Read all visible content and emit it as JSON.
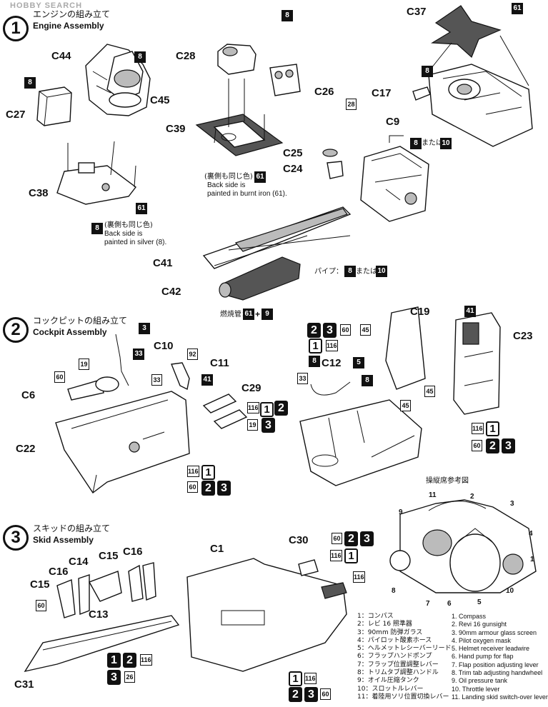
{
  "watermark": "HOBBY SEARCH",
  "steps": [
    {
      "number": "1",
      "title_jp": "エンジンの組み立て",
      "title_en": "Engine Assembly"
    },
    {
      "number": "2",
      "title_jp": "コックピットの組み立て",
      "title_en": "Cockpit Assembly"
    },
    {
      "number": "3",
      "title_jp": "スキッドの組み立て",
      "title_en": "Skid Assembly"
    }
  ],
  "engine": {
    "parts": [
      "C44",
      "C45",
      "C27",
      "C38",
      "C28",
      "C39",
      "C26",
      "C37",
      "C17",
      "C9",
      "C25",
      "C24",
      "C41",
      "C42"
    ],
    "colors": [
      "8",
      "8",
      "61",
      "8",
      "61",
      "8",
      "8",
      "61",
      "28",
      "8",
      "10",
      "8",
      "10",
      "61",
      "9"
    ],
    "note_silver": {
      "jp": "(裏側も同じ色)",
      "en1": "Back side is",
      "en2": "painted in silver (8)."
    },
    "note_iron": {
      "jp": "(裏側も同じ色)",
      "en1": "Back side is",
      "en2": "painted in burnt iron (61)."
    },
    "or_jp": "または",
    "pipe_jp": "パイプ：",
    "burner_jp": "燃焼管：",
    "plus": "+"
  },
  "cockpit": {
    "parts": [
      "C10",
      "C11",
      "C6",
      "C22",
      "C29",
      "C19",
      "C23",
      "C12"
    ],
    "colors": [
      "3",
      "33",
      "92",
      "33",
      "41",
      "60",
      "19",
      "116",
      "19",
      "1",
      "2",
      "3",
      "116",
      "1",
      "60",
      "2",
      "3",
      "41",
      "45",
      "45",
      "45",
      "8",
      "33",
      "5",
      "8",
      "2",
      "3",
      "60",
      "1",
      "116",
      "116",
      "1",
      "60",
      "2",
      "3"
    ]
  },
  "skid": {
    "parts": [
      "C15",
      "C16",
      "C14",
      "C13",
      "C15",
      "C16",
      "C31",
      "C1",
      "C30"
    ],
    "colors": [
      "60",
      "1",
      "2",
      "116",
      "3",
      "26",
      "60",
      "2",
      "3",
      "116",
      "1",
      "116",
      "1",
      "116",
      "2",
      "3",
      "60"
    ]
  },
  "reference": {
    "title_jp": "操縦席参考図",
    "callouts": [
      "11",
      "2",
      "3",
      "4",
      "1",
      "9",
      "8",
      "7",
      "6",
      "5",
      "10"
    ],
    "legend_jp": [
      "1：コンパス",
      "2：レビ 16 照準器",
      "3：90mm 防弾ガラス",
      "4：パイロット酸素ホース",
      "5：ヘルメットレシーバーリード",
      "6：フラップハンドポンプ",
      "7：フラップ位置調整レバー",
      "8：トリムタブ調整ハンドル",
      "9：オイル圧縮タンク",
      "10：スロットルレバー",
      "11：着陸用ソリ位置切換レバー"
    ],
    "legend_en": [
      "1. Compass",
      "2. Revi 16 gunsight",
      "3. 90mm armour glass screen",
      "4. Pilot oxygen mask",
      "5. Helmet receiver leadwire",
      "6. Hand pump for flap",
      "7. Flap position adjusting lever",
      "8. Trim tab adjusting handwheel",
      "9. Oil pressure tank",
      "10. Throttle lever",
      "11. Landing skid switch-over lever"
    ]
  }
}
